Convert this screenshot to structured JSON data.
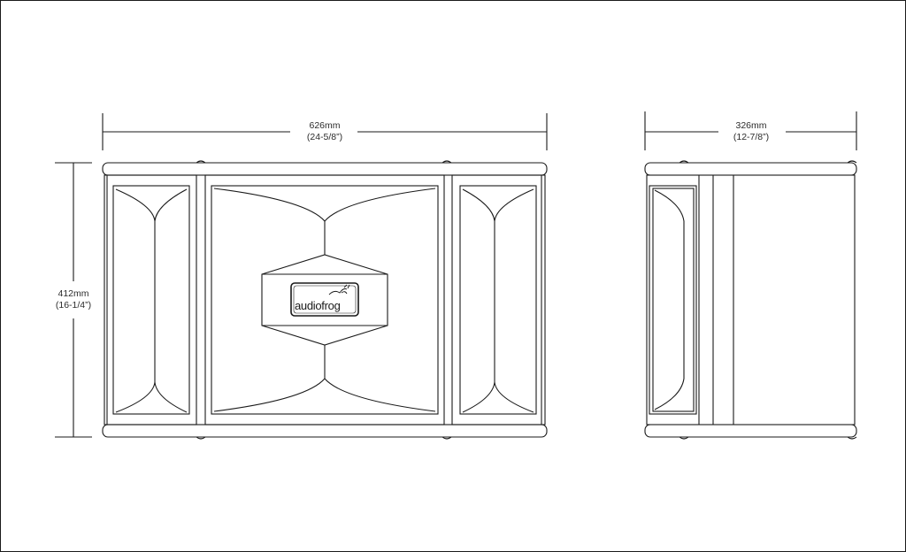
{
  "dimensions": {
    "width": {
      "metric": "626mm",
      "imperial": "(24-5/8”)"
    },
    "depth": {
      "metric": "326mm",
      "imperial": "(12-7/8”)"
    },
    "height": {
      "metric": "412mm",
      "imperial": "(16-1/4”)"
    }
  },
  "brand": {
    "name": "audiofrog"
  },
  "colors": {
    "line": "#1a1a1a",
    "background": "#ffffff"
  }
}
